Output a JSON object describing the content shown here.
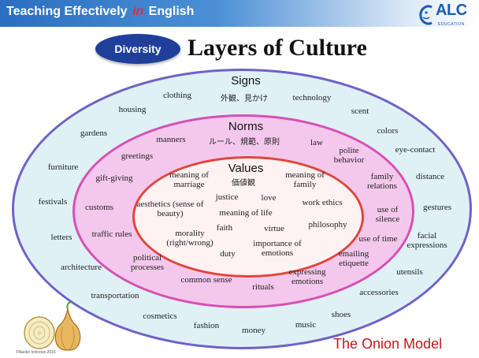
{
  "header": {
    "title_pre": "Teaching Effectively",
    "title_in": "in",
    "title_post": "English",
    "logo": "ALC",
    "logo_sub": "EDUCATION"
  },
  "pill_label": "Diversity",
  "main_title": "Layers of Culture",
  "layers": {
    "signs": {
      "title": "Signs",
      "subtitle": "外観、見かけ"
    },
    "norms": {
      "title": "Norms",
      "subtitle": "ルール、規範、原則"
    },
    "values": {
      "title": "Values",
      "subtitle": "価値観"
    }
  },
  "signs_items": {
    "clothing": "clothing",
    "technology": "technology",
    "housing": "housing",
    "scent": "scent",
    "gardens": "gardens",
    "colors": "colors",
    "eye_contact": "eye-contact",
    "furniture": "furniture",
    "distance": "distance",
    "festivals": "festivals",
    "gestures": "gestures",
    "letters": "letters",
    "facial_expressions": "facial expressions",
    "architecture": "architecture",
    "utensils": "utensils",
    "transportation": "transportation",
    "accessories": "accessories",
    "cosmetics": "cosmetics",
    "shoes": "shoes",
    "fashion": "fashion",
    "money": "money",
    "music": "music"
  },
  "norms_items": {
    "manners": "manners",
    "law": "law",
    "greetings": "greetings",
    "polite_behavior": "polite behavior",
    "gift_giving": "gift-giving",
    "family_relations": "family relations",
    "customs": "customs",
    "use_of_silence": "use of silence",
    "traffic_rules": "traffic rules",
    "use_of_time": "use of time",
    "political_processes": "political processes",
    "emailing_etiquette": "emailing etiquette",
    "common_sense": "common sense",
    "rituals": "rituals",
    "expressing_emotions": "expressing emotions"
  },
  "values_items": {
    "meaning_of_marriage": "meaning of marriage",
    "meaning_of_family": "meaning of family",
    "justice": "justice",
    "love": "love",
    "aesthetics": "aesthetics (sense of beauty)",
    "work_ethics": "work ethics",
    "meaning_of_life": "meaning of life",
    "faith": "faith",
    "virtue": "virtue",
    "philosophy": "philosophy",
    "morality": "morality (right/wrong)",
    "duty": "duty",
    "importance_of_emotions": "importance of emotions"
  },
  "footer_title": "The Onion Model",
  "copyright": "©Naoko Ichinose 2016",
  "colors": {
    "signs_fill": "#dff1f5",
    "signs_border": "#6e62c8",
    "norms_fill": "#f4c8ec",
    "norms_border": "#d74fb4",
    "values_fill": "#fff2f2",
    "values_border": "#e0463c",
    "pill": "#1f3f9a",
    "footer": "#c0181a"
  }
}
